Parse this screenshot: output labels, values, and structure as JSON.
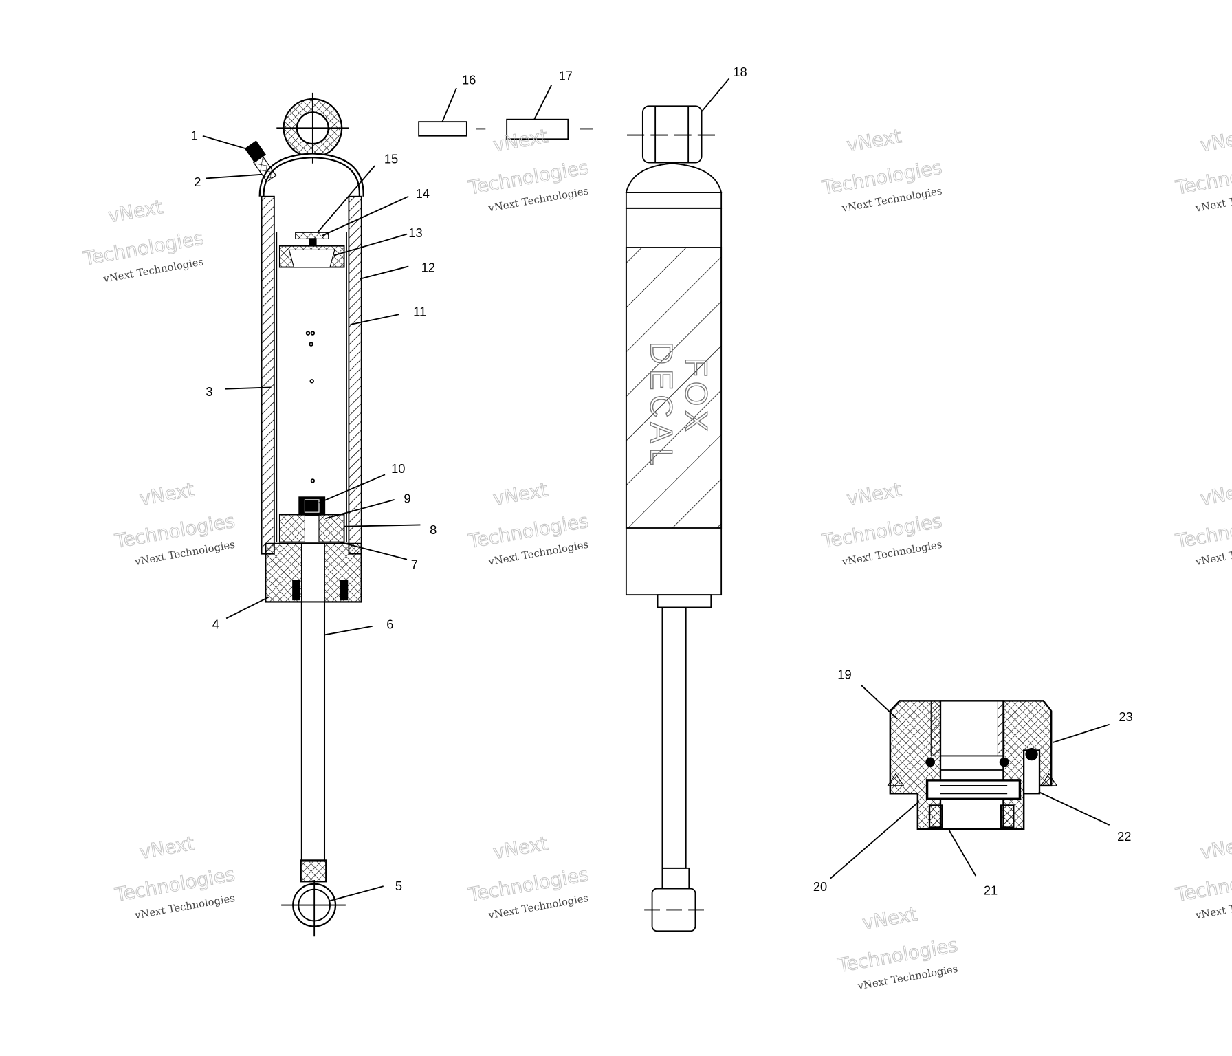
{
  "callouts": [
    "1",
    "2",
    "3",
    "4",
    "5",
    "6",
    "7",
    "8",
    "9",
    "10",
    "11",
    "12",
    "13",
    "14",
    "15",
    "16",
    "17",
    "18",
    "19",
    "20",
    "21",
    "22",
    "23"
  ],
  "decal": {
    "line1": "FOX",
    "line2": "DECAL"
  },
  "watermark": {
    "big1": "vNext",
    "big2": "Technologies",
    "small": "vNext Technologies"
  }
}
